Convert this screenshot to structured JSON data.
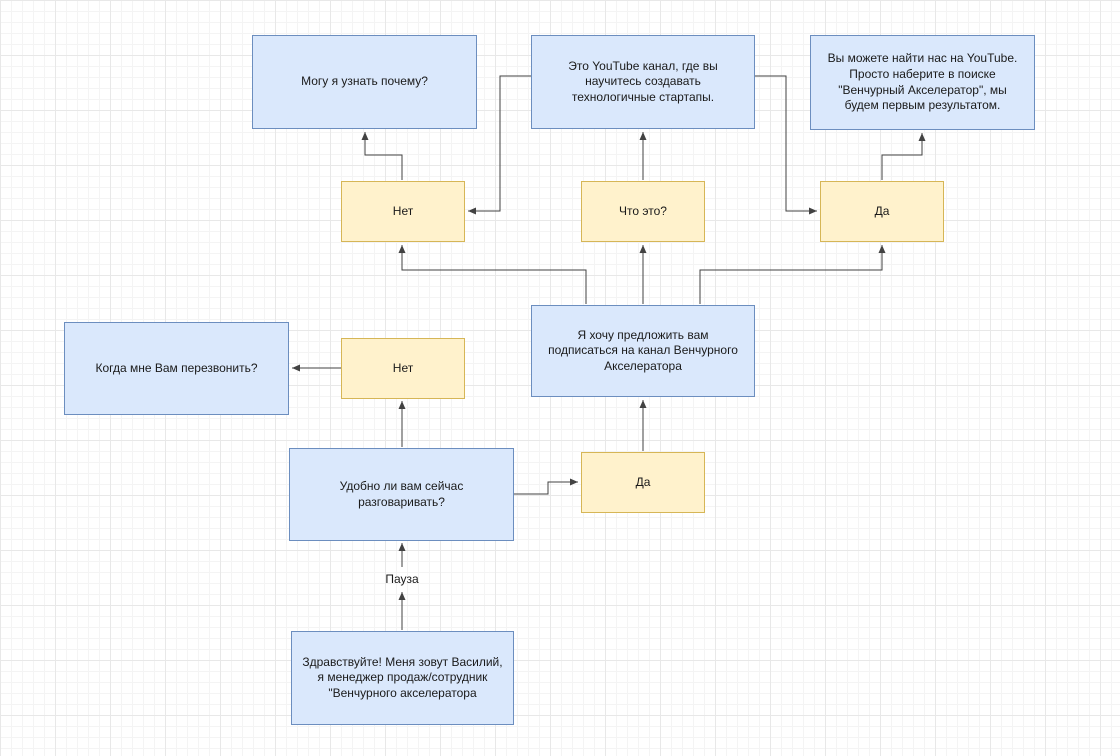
{
  "diagram": {
    "title": "Call script flowchart (Venture Accelerator sales call)",
    "nodes": [
      {
        "id": "ask-why",
        "type": "statement",
        "label": "Могу я узнать почему?"
      },
      {
        "id": "youtube-explain",
        "type": "statement",
        "label": "Это YouTube канал, где вы научитесь создавать технологичные стартапы."
      },
      {
        "id": "find-us",
        "type": "statement",
        "label": "Вы можете найти нас на YouTube. Просто наберите в поиске \"Венчурный Акселератор\", мы будем первым результатом."
      },
      {
        "id": "offer-no",
        "type": "answer",
        "label": "Нет"
      },
      {
        "id": "what-is-it",
        "type": "answer",
        "label": "Что это?"
      },
      {
        "id": "offer-yes",
        "type": "answer",
        "label": "Да"
      },
      {
        "id": "offer-subscribe",
        "type": "statement",
        "label": "Я хочу предложить вам подписаться на канал Венчурного Акселератора"
      },
      {
        "id": "callback-when",
        "type": "statement",
        "label": "Когда мне Вам перезвонить?"
      },
      {
        "id": "answer-no",
        "type": "answer",
        "label": "Нет"
      },
      {
        "id": "ask-convenient",
        "type": "statement",
        "label": "Удобно ли вам сейчас разговаривать?"
      },
      {
        "id": "answer-yes",
        "type": "answer",
        "label": "Да"
      },
      {
        "id": "pause",
        "type": "label",
        "label": "Пауза"
      },
      {
        "id": "greeting",
        "type": "statement",
        "label": "Здравствуйте! Меня зовут Василий, я менеджер продаж/сотрудник \"Венчурного акселератора"
      }
    ],
    "edges": [
      {
        "from": "greeting",
        "to": "pause"
      },
      {
        "from": "pause",
        "to": "ask-convenient"
      },
      {
        "from": "ask-convenient",
        "to": "answer-no"
      },
      {
        "from": "answer-no",
        "to": "callback-when"
      },
      {
        "from": "ask-convenient",
        "to": "answer-yes"
      },
      {
        "from": "answer-yes",
        "to": "offer-subscribe"
      },
      {
        "from": "offer-subscribe",
        "to": "offer-no"
      },
      {
        "from": "offer-subscribe",
        "to": "what-is-it"
      },
      {
        "from": "offer-subscribe",
        "to": "offer-yes"
      },
      {
        "from": "offer-no",
        "to": "ask-why"
      },
      {
        "from": "what-is-it",
        "to": "youtube-explain"
      },
      {
        "from": "youtube-explain",
        "to": "offer-no"
      },
      {
        "from": "youtube-explain",
        "to": "offer-yes"
      },
      {
        "from": "offer-yes",
        "to": "find-us"
      }
    ]
  },
  "colors": {
    "canvas-bg": "#ffffff",
    "grid-minor": "#f4f4f4",
    "grid-major": "#e8e8e8",
    "node-blue-fill": "#dae8fc",
    "node-blue-stroke": "#6c8ebf",
    "node-yellow-fill": "#fff2cc",
    "node-yellow-stroke": "#d6b656",
    "edge": "#424242",
    "text": "#1a1a1a"
  }
}
